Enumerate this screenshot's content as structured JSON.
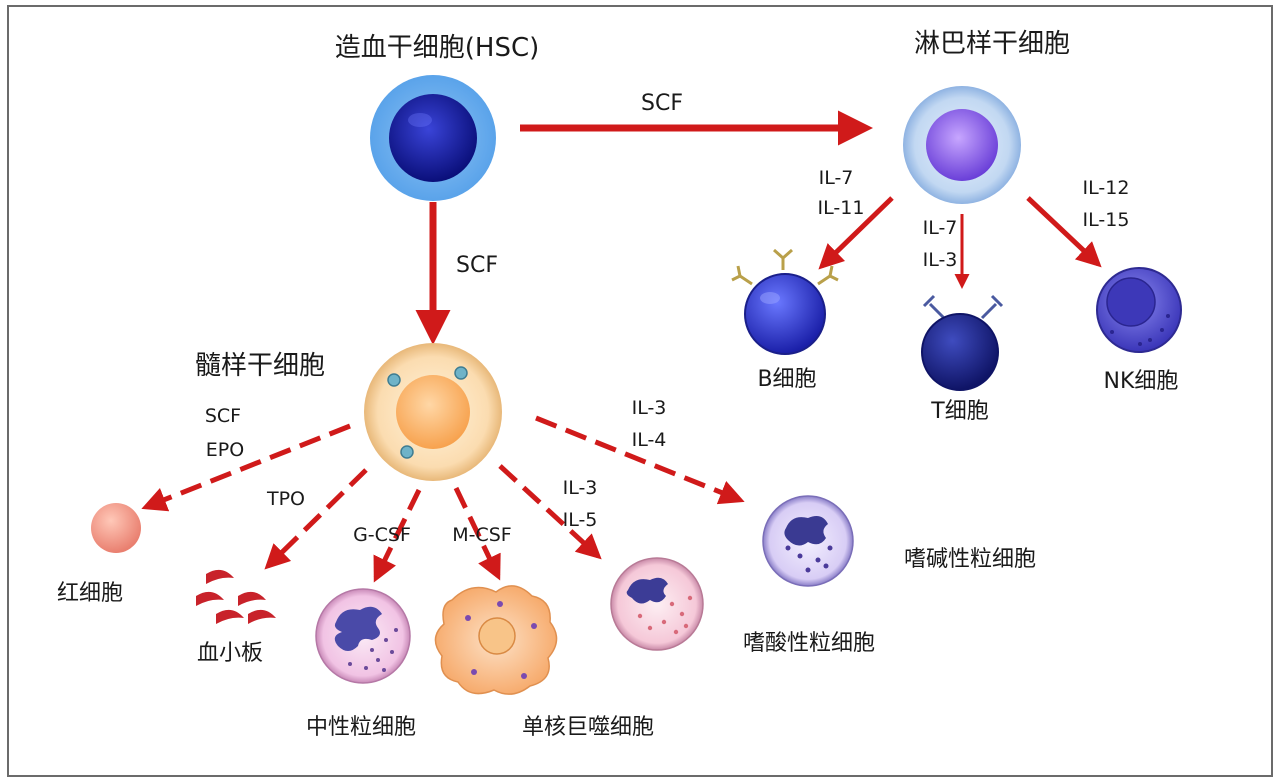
{
  "cells": {
    "hsc": "造血干细胞(HSC)",
    "lymphoid": "淋巴样干细胞",
    "myeloid": "髓样干细胞",
    "b_cell": "B细胞",
    "t_cell": "T细胞",
    "nk_cell": "NK细胞",
    "rbc": "红细胞",
    "platelet": "血小板",
    "neutrophil": "中性粒细胞",
    "macrophage": "单核巨噬细胞",
    "eosinophil": "嗜酸性粒细胞",
    "basophil": "嗜碱性粒细胞"
  },
  "factors": {
    "hsc_to_lymphoid": "SCF",
    "hsc_to_myeloid": "SCF",
    "to_b_1": "IL-7",
    "to_b_2": "IL-11",
    "to_t_1": "IL-7",
    "to_t_2": "IL-3",
    "to_nk_1": "IL-12",
    "to_nk_2": "IL-15",
    "to_rbc_1": "SCF",
    "to_rbc_2": "EPO",
    "to_platelet": "TPO",
    "to_neutrophil": "G-CSF",
    "to_macrophage": "M-CSF",
    "to_eosinophil_1": "IL-3",
    "to_eosinophil_2": "IL-5",
    "to_basophil_1": "IL-3",
    "to_basophil_2": "IL-4"
  },
  "colors": {
    "arrow": "#d01a1a",
    "frame": "#6b6b6b"
  }
}
